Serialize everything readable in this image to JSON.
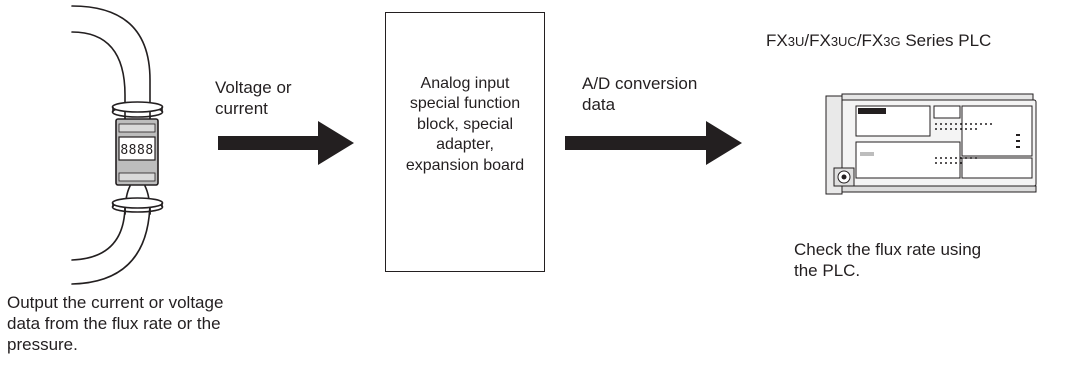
{
  "sensor": {
    "display": "8888",
    "caption": "Output the current or voltage\ndata from the flux rate or the\npressure."
  },
  "arrow1": {
    "label": "Voltage or\ncurrent"
  },
  "adapter": {
    "label": "Analog input\nspecial function\nblock, special\nadapter,\nexpansion board"
  },
  "arrow2": {
    "label": "A/D conversion\ndata"
  },
  "plc": {
    "title_parts": {
      "fx1": "FX",
      "sub1": "3U",
      "sep1": "/FX",
      "sub2": "3UC",
      "sep2": "/FX",
      "sub3": "3G",
      "suffix": " Series PLC"
    },
    "caption": "Check the flux rate using\nthe PLC."
  },
  "colors": {
    "line": "#231f20",
    "plc_body": "#f2f2f2",
    "plc_shade": "#d9d9d9"
  }
}
